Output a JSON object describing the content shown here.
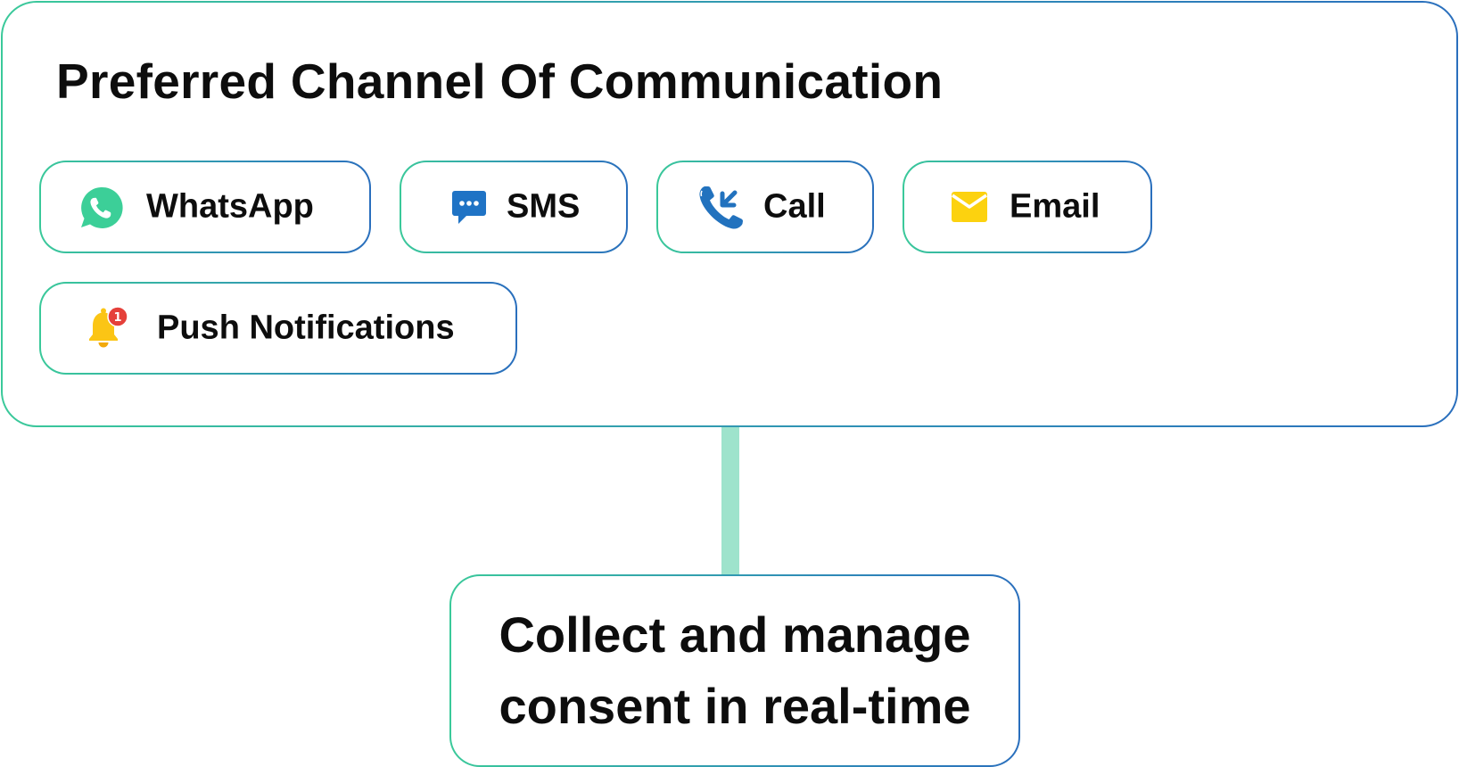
{
  "card": {
    "title": "Preferred Channel Of Communication",
    "channels": [
      {
        "label": "WhatsApp",
        "icon": "whatsapp-icon",
        "color": "#3ccf98"
      },
      {
        "label": "SMS",
        "icon": "chat-bubble-icon",
        "color": "#1f73c5"
      },
      {
        "label": "Call",
        "icon": "incoming-call-icon",
        "color": "#2272be"
      },
      {
        "label": "Email",
        "icon": "envelope-icon",
        "color": "#fcd20f"
      },
      {
        "label": "Push Notifications",
        "icon": "bell-icon",
        "color": "#fbc515",
        "badge": "1",
        "badge_color": "#e5403a"
      }
    ]
  },
  "result": {
    "line1": "Collect and manage",
    "line2": "consent in real-time"
  },
  "colors": {
    "border_start": "#3ac99a",
    "border_end": "#2a6fbd",
    "connector": "#9ee3cc"
  }
}
